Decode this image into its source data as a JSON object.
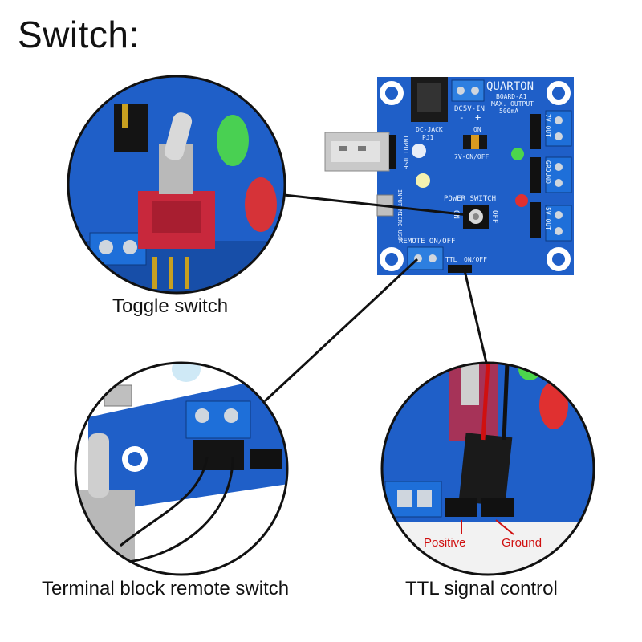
{
  "title": "Switch:",
  "captions": {
    "toggle": "Toggle switch",
    "terminal": "Terminal block remote switch",
    "ttl": "TTL signal control"
  },
  "ttl_labels": {
    "positive": "Positive",
    "ground": "Ground"
  },
  "board_silkscreen": {
    "brand": "QUARTON",
    "model": "BOARD-A1",
    "max_output": "MAX. OUTPUT",
    "current": "500mA",
    "dc_in": "DC5V-IN",
    "dc_jack": "DC-JACK",
    "pj1": "PJ1",
    "on": "ON",
    "jumper_label": "7V-ON/OFF",
    "input_usb": "INPUT USB",
    "input_micro_usb": "INPUT MICRO-USB",
    "power_switch": "POWER SWITCH",
    "off": "OFF",
    "remote": "REMOTE ON/OFF",
    "ttl": "TTL",
    "ttl_onoff": "ON/OFF",
    "out_7v": "7V OUT",
    "ground": "GROUND",
    "out_5v": "5V OUT",
    "plus": "+",
    "minus": "-"
  },
  "colors": {
    "pcb": "#1f5fc8",
    "pcb_dark": "#174ea8",
    "terminal": "#1e6fd9",
    "led_green": "#4cd64c",
    "led_red": "#e03030",
    "switch_red": "#c8283c",
    "wire": "#111111",
    "label_red": "#d01010"
  }
}
